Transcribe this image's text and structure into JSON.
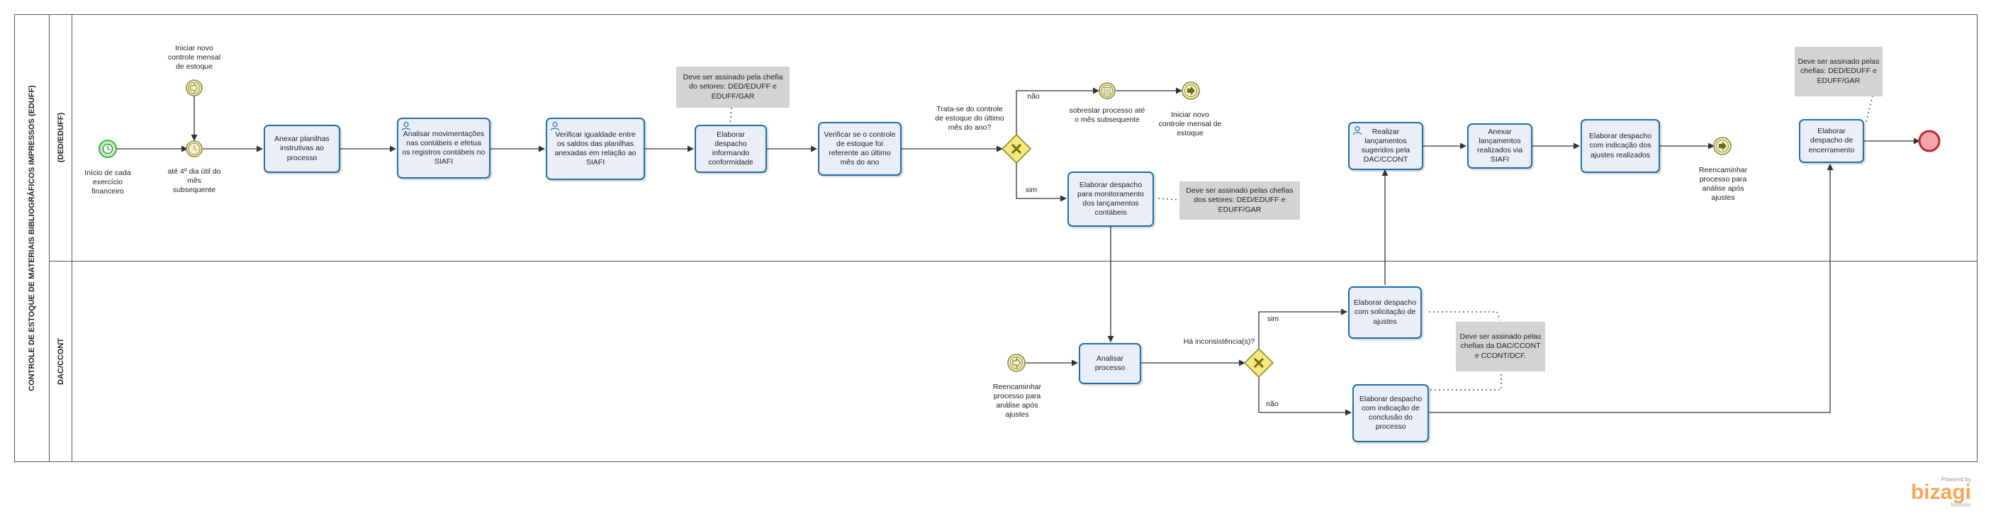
{
  "pool": {
    "title": "CONTROLE DE ESTOQUE DE MATERIAIS BIBLIOGRÁFICOS IMPRESSOS (EDUFF)"
  },
  "lanes": [
    {
      "label": "(DED/EDUFF)"
    },
    {
      "label": "DAC/CCONT"
    }
  ],
  "events": {
    "start": {
      "label": "Início de cada exercício financeiro"
    },
    "new_control": {
      "label": "Iniciar novo controle mensal de estoque"
    },
    "timer": {
      "label": "até 4º dia útil do mês subsequente"
    },
    "suspend": {
      "label": "sobrestar processo até o mês subsequente"
    },
    "restart": {
      "label": "Iniciar novo controle mensal de estoque"
    },
    "forward": {
      "label": "Reencaminhar processo para análise após ajustes"
    },
    "reenter": {
      "label": "Reencaminhar processo para análise após ajustes"
    },
    "end": {
      "label": ""
    }
  },
  "tasks": {
    "t1": "Anexar planilhas instrutivas ao processo",
    "t2": "Analisar movimentações nas contábeis e efetua os registros contábeis no SIAFI",
    "t3": "Verificar igualdade entre os saldos das planilhas anexadas em relação ao SIAFI",
    "t4": "Elaborar despacho informando conformidade",
    "t5": "Verificar se o controle de estoque foi referente ao último mês do ano",
    "t6": "Elaborar despacho para monitoramento dos lançamentos contábeis",
    "t7": "Realizar lançamentos sugeridos pela DAC/CCONT",
    "t8": "Anexar lançamentos realizados via SIAFI",
    "t9": "Elaborar despacho com indicação dos ajustes realizados",
    "t10": "Elaborar despacho de encerramento",
    "t11": "Analisar processo",
    "t12": "Elaborar despacho com solicitação de ajustes",
    "t13": "Elaborar despacho com indicação de conclusão do processo"
  },
  "gateways": {
    "g1": {
      "question": "Trata-se do controle de estoque do último mês do ano?",
      "yes": "sim",
      "no": "não"
    },
    "g2": {
      "question": "Há inconsistência(s)?",
      "yes": "sim",
      "no": "não"
    }
  },
  "notes": {
    "n1": "Deve ser assinado pela chefia do setores: DED/EDUFF e EDUFF/GAR",
    "n2": "Deve ser assinado pelas chefias dos setores: DED/EDUFF e EDUFF/GAR",
    "n3": "Deve ser assinado pelas chefias: DED/EDUFF e EDUFF/GAR",
    "n4": "Deve ser assinado pelas chefias da DAC/CCONT e CCONT/DCF."
  },
  "branding": {
    "powered": "Powered by",
    "name": "bizagi",
    "product": "Modeler"
  },
  "colors": {
    "task_fill": "#e9eef9",
    "task_border": "#1f6fa8",
    "start": "#3cb44b",
    "end": "#d9343e",
    "gateway": "#f4e97a",
    "note": "#d3d3d3"
  }
}
